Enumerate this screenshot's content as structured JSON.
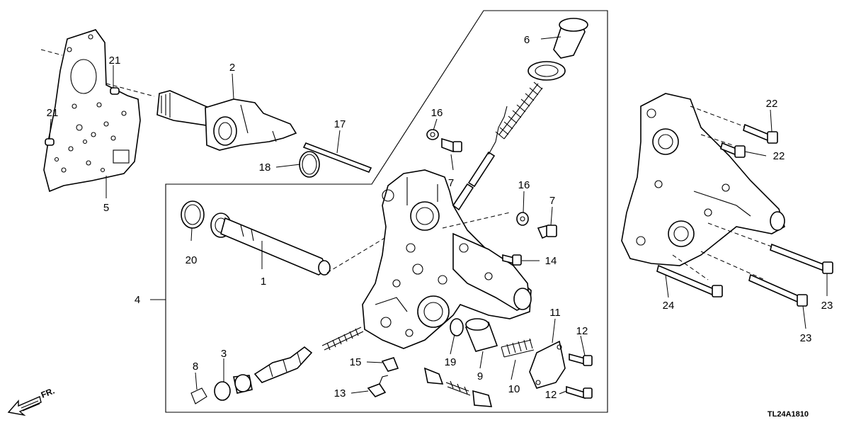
{
  "callouts": {
    "c1": "1",
    "c2": "2",
    "c3": "3",
    "c4": "4",
    "c5": "5",
    "c6": "6",
    "c7a": "7",
    "c7b": "7",
    "c8": "8",
    "c9": "9",
    "c10": "10",
    "c11": "11",
    "c12a": "12",
    "c12b": "12",
    "c13": "13",
    "c14": "14",
    "c15": "15",
    "c16a": "16",
    "c16b": "16",
    "c17": "17",
    "c18": "18",
    "c19": "19",
    "c20": "20",
    "c21a": "21",
    "c21b": "21",
    "c22a": "22",
    "c22b": "22",
    "c23a": "23",
    "c23b": "23",
    "c24": "24"
  },
  "front_indicator": "FR.",
  "diagram_code": "TL24A1810"
}
